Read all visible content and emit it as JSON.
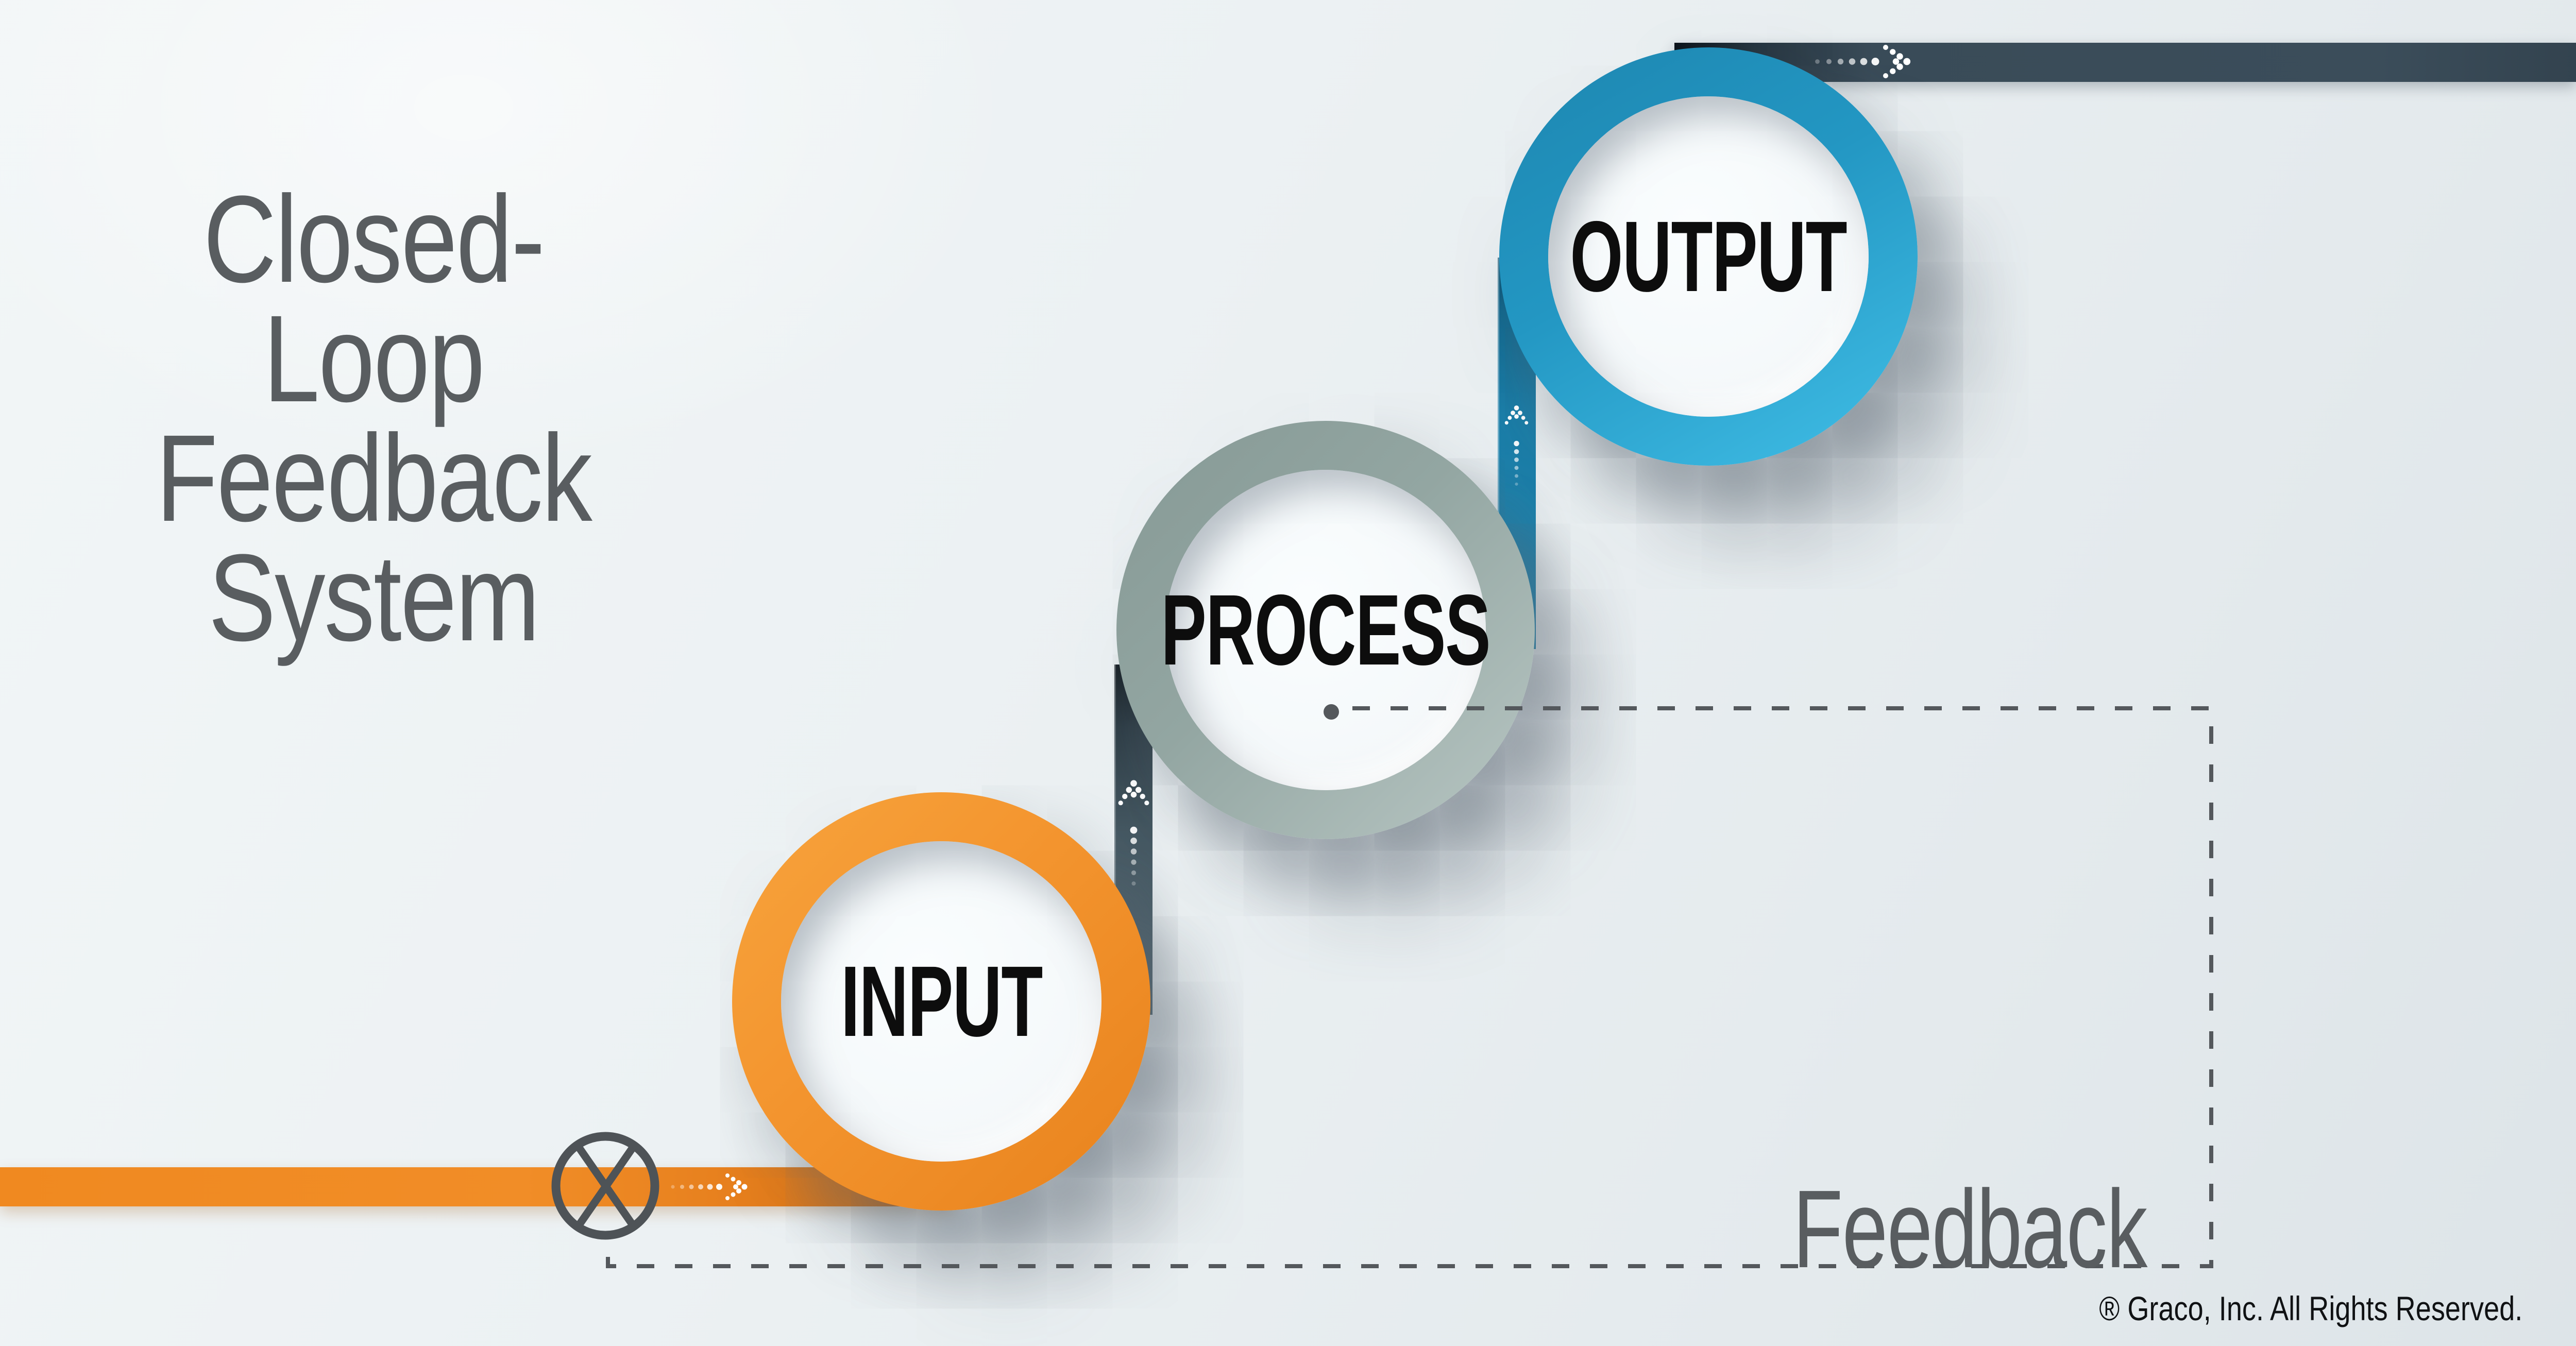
{
  "header": {
    "title_line1": "Closed-Loop",
    "title_line2": "Feedback",
    "title_line3": "System",
    "title_color": "#595d60"
  },
  "nodes": {
    "input": {
      "label": "INPUT",
      "ring_color": "#f08e28"
    },
    "process": {
      "label": "PROCESS",
      "ring_color": "#9cafab"
    },
    "output": {
      "label": "OUTPUT",
      "ring_color": "#2aa3ce"
    }
  },
  "flow": {
    "output_bar_color": "#3a4c59",
    "input_bar_color": "#f18a21",
    "connector_process_to_output_color": "#1b7da7",
    "connector_input_to_process_color": "#4b5f69",
    "arrow_dot_color": "#ffffff"
  },
  "feedback": {
    "label": "Feedback",
    "dash_color": "#54585c",
    "junction_symbol": "circled-x"
  },
  "footer": {
    "copyright": "® Graco, Inc. All Rights Reserved."
  }
}
